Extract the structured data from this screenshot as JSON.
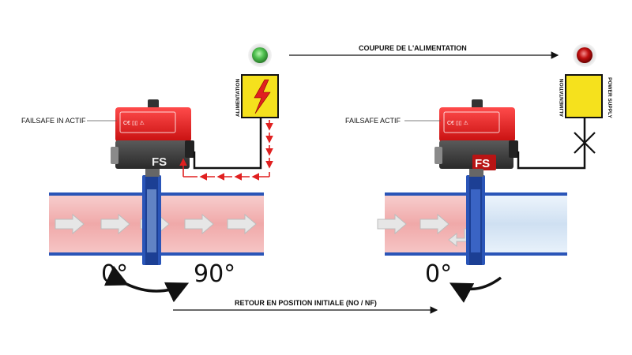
{
  "labels": {
    "failsafe_left": "FAILSAFE IN ACTIF",
    "failsafe_right": "FAILSAFE ACTIF",
    "coupure": "COUPURE DE L'ALIMENTATION",
    "retour": "RETOUR EN POSITION INITIALE (NO / NF)",
    "alim_left": "ALIMENTATION",
    "alim_right": "ALIMENTATION",
    "power_supply": "POWER SUPPLY",
    "fs_left": "FS",
    "fs_right": "FS",
    "deg0_left": "0°",
    "deg90": "90°",
    "deg0_right": "0°"
  },
  "colors": {
    "pipe_fill": "#f2b5b5",
    "pipe_border": "#2a55b8",
    "pipe_empty": "#dbe8f5",
    "actuator_red": "#e02020",
    "supply_yellow": "#f5e11d",
    "lamp_green": "#4fc04f",
    "lamp_red": "#c01010",
    "flow_arrow_red": "#e02020"
  },
  "icons": [
    "lightning-icon",
    "green-lamp-icon",
    "red-lamp-icon",
    "cross-icon",
    "ce-mark-icon"
  ]
}
